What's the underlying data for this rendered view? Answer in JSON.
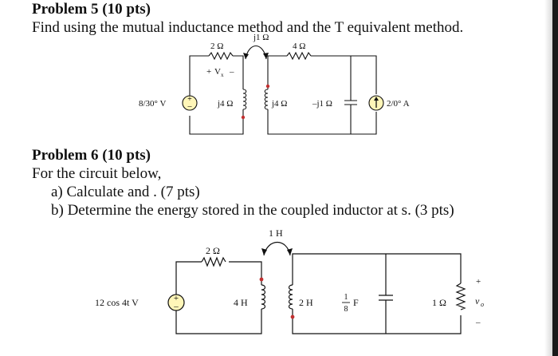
{
  "problem5": {
    "heading": "Problem 5 (10 pts)",
    "text": "Find using the mutual inductance method and the T equivalent method.",
    "circuit": {
      "mutual": "j1 Ω",
      "r_left": "2 Ω",
      "r_right": "4 Ω",
      "vx_plus": "+",
      "vx_label": "V",
      "vx_sub": "x",
      "vx_minus": "–",
      "source_v": "8/30° V",
      "l_left": "j4 Ω",
      "l_right": "j4 Ω",
      "cap": "–j1 Ω",
      "source_i": "2/0° A"
    }
  },
  "problem6": {
    "heading": "Problem 6 (10 pts)",
    "text": "For the circuit below,",
    "part_a": "a) Calculate and . (7 pts)",
    "part_b": "b) Determine the energy stored in the coupled inductor at s. (3 pts)",
    "circuit": {
      "mutual": "1 H",
      "r_top": "2 Ω",
      "source_v": "12 cos 4t V",
      "l_left": "4 H",
      "l_right": "2 H",
      "cap_num": "1",
      "cap_den": "8",
      "cap_unit": "F",
      "r_out": "1 Ω",
      "vo_plus": "+",
      "vo_label": "v",
      "vo_sub": "o",
      "vo_minus": "–"
    }
  }
}
